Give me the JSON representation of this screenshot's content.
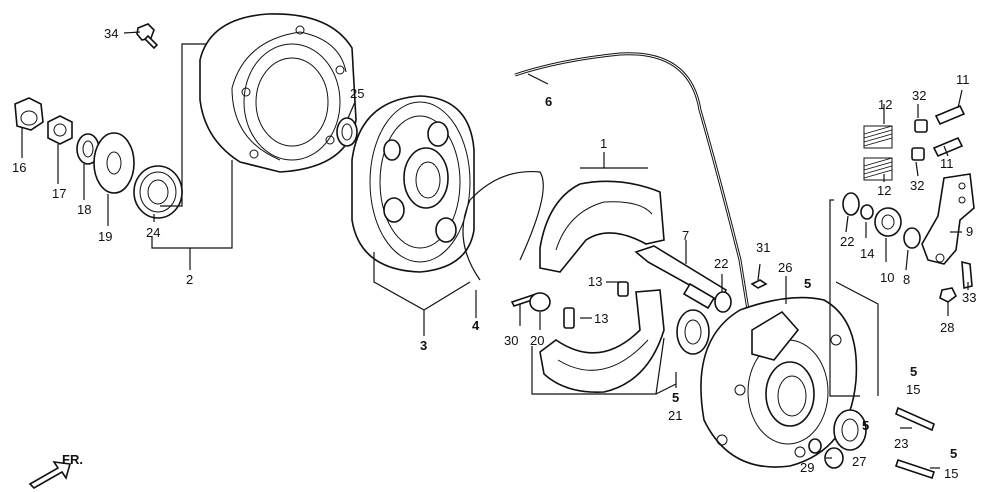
{
  "diagram": {
    "direction_label": "FR.",
    "callouts": {
      "p34": "34",
      "p16": "16",
      "p17": "17",
      "p18": "18",
      "p19": "19",
      "p24": "24",
      "p2": "2",
      "p25": "25",
      "p3": "3",
      "p4": "4",
      "p6": "6",
      "p1": "1",
      "p7": "7",
      "p13a": "13",
      "p13b": "13",
      "p30": "30",
      "p20": "20",
      "p22a": "22",
      "p31": "31",
      "p26": "26",
      "p5a": "5",
      "p5b": "5",
      "p21": "21",
      "p12a": "12",
      "p12b": "12",
      "p32a": "32",
      "p32b": "32",
      "p11a": "11",
      "p11b": "11",
      "p22b": "22",
      "p14": "14",
      "p10": "10",
      "p8": "8",
      "p9": "9",
      "p33": "33",
      "p28": "28",
      "p5c": "5",
      "p15a": "15",
      "p5d": "5",
      "p23": "23",
      "p29": "29",
      "p27": "27",
      "p5e": "5",
      "p15b": "15"
    }
  }
}
